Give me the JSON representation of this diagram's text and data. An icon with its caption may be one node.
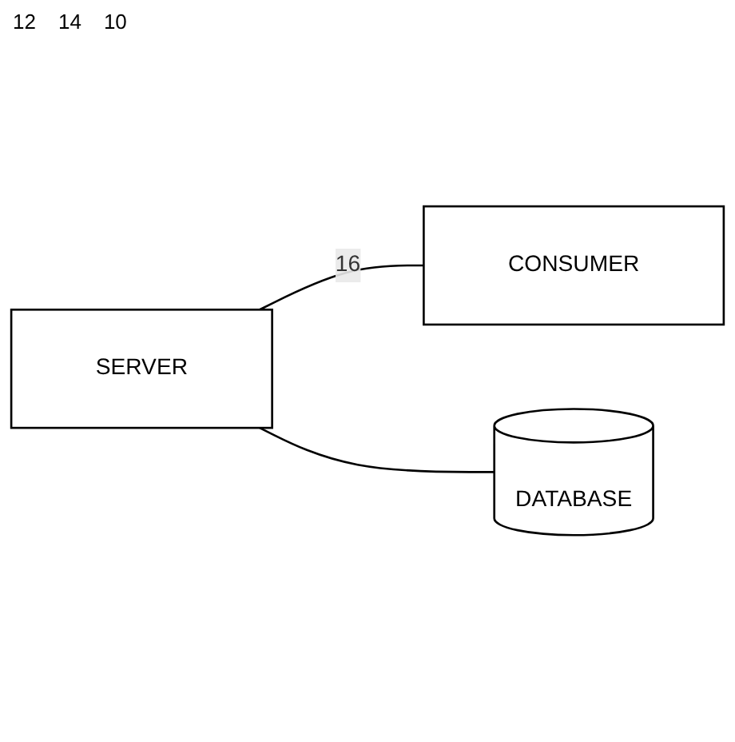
{
  "diagram": {
    "nodes": [
      {
        "text": [
          "SERVER"
        ]
      },
      {
        "text": [
          "CONSUMER"
        ]
      },
      {
        "text": [
          "DATABASE"
        ]
      }
    ],
    "edges": [
      {
        "from": 0,
        "to": 1,
        "arrow": "none",
        "label": "16"
      },
      {
        "from": 0,
        "to": 2,
        "arrow": "none"
      }
    ],
    "labels": [
      "12",
      "14",
      "10"
    ]
  }
}
